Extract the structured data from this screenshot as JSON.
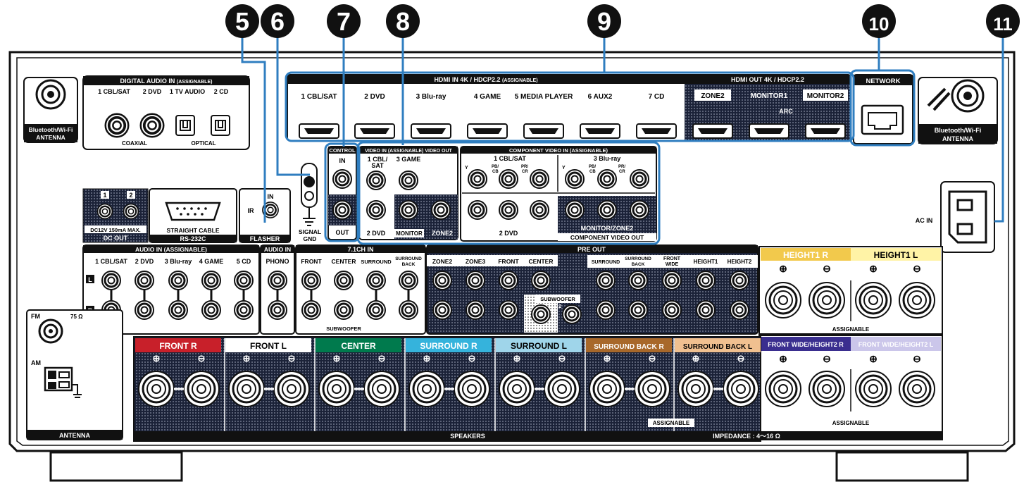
{
  "callouts": [
    "5",
    "6",
    "7",
    "8",
    "9",
    "10",
    "11"
  ],
  "bt_antenna": {
    "line1": "Bluetooth/Wi-Fi",
    "line2": "ANTENNA"
  },
  "digital_audio": {
    "title": "DIGITAL AUDIO IN",
    "title_small": "(ASSIGNABLE)",
    "labels": [
      "1 CBL/SAT",
      "2 DVD",
      "1 TV AUDIO",
      "2 CD"
    ],
    "coaxial": "COAXIAL",
    "optical": "OPTICAL"
  },
  "hdmi_in": {
    "title": "HDMI IN  4K / HDCP2.2",
    "title_small": "(ASSIGNABLE)",
    "ports": [
      "1 CBL/SAT",
      "2 DVD",
      "3 Blu-ray",
      "4 GAME",
      "5 MEDIA PLAYER",
      "6 AUX2",
      "7 CD"
    ]
  },
  "hdmi_out": {
    "title": "HDMI OUT  4K / HDCP2.2",
    "ports": [
      "ZONE2",
      "MONITOR1",
      "MONITOR2"
    ],
    "arc": "ARC"
  },
  "network": "NETWORK",
  "control": {
    "title": "CONTROL",
    "in": "IN",
    "out": "OUT"
  },
  "signal_gnd": {
    "line1": "SIGNAL",
    "line2": "GND"
  },
  "video_in": {
    "title": "VIDEO IN (ASSIGNABLE)  VIDEO OUT",
    "labels": [
      "1 CBL/",
      "SAT",
      "3 GAME",
      "2 DVD",
      "MONITOR",
      "ZONE2"
    ]
  },
  "component_in": {
    "title": "COMPONENT VIDEO IN (ASSIGNABLE)",
    "src1": "1 CBL/SAT",
    "src2": "3 Blu-ray",
    "src3": "2 DVD",
    "y": "Y",
    "pb": "PB/",
    "cb": "CB",
    "pr": "PR/",
    "cr": "CR"
  },
  "component_out": {
    "title": "MONITOR/ZONE2",
    "footer": "COMPONENT VIDEO OUT"
  },
  "dc_out": {
    "n1": "1",
    "n2": "2",
    "spec": "DC12V 150mA MAX.",
    "title": "DC OUT"
  },
  "rs232c": {
    "cable": "STRAIGHT CABLE",
    "title": "RS-232C"
  },
  "flasher": {
    "in": "IN",
    "ir": "IR",
    "title": "FLASHER"
  },
  "ac_in": "AC IN",
  "audio_in": {
    "title": "AUDIO IN (ASSIGNABLE)",
    "labels": [
      "1 CBL/SAT",
      "2 DVD",
      "3 Blu-ray",
      "4 GAME",
      "5 CD"
    ],
    "l": "L",
    "r": "R"
  },
  "audio_in_phono": {
    "title": "AUDIO IN",
    "label": "PHONO"
  },
  "ch71_in": {
    "title": "7.1CH IN",
    "labels": [
      "FRONT",
      "CENTER",
      "SURROUND",
      "SURROUND",
      "BACK"
    ],
    "sub": "SUBWOOFER"
  },
  "pre_out": {
    "title": "PRE OUT",
    "labels": [
      "ZONE2",
      "ZONE3",
      "FRONT",
      "CENTER",
      "SURROUND",
      "SURROUND",
      "BACK",
      "FRONT",
      "WIDE",
      "HEIGHT1",
      "HEIGHT2"
    ],
    "sub": "SUBWOOFER",
    "subnum": "1  2"
  },
  "height_panel": {
    "h1r": "HEIGHT1 R",
    "h1l": "HEIGHT1 L",
    "fwr": "FRONT WIDE/HEIGHT2 R",
    "fwl": "FRONT WIDE/HEIGHT2 L",
    "assignable": "ASSIGNABLE",
    "plus": "⊕",
    "minus": "⊖"
  },
  "speakers": {
    "labels": [
      "FRONT R",
      "FRONT L",
      "CENTER",
      "SURROUND R",
      "SURROUND L",
      "SURROUND BACK R",
      "SURROUND BACK L"
    ],
    "colors": [
      "#c8202a",
      "#ffffff",
      "#007a4d",
      "#35b3dc",
      "#9fd5ea",
      "#a8682a",
      "#f0c090"
    ],
    "text_colors": [
      "#ffffff",
      "#000000",
      "#ffffff",
      "#ffffff",
      "#000000",
      "#ffffff",
      "#000000"
    ],
    "footer": "SPEAKERS",
    "impedance": "IMPEDANCE : 4～16 Ω",
    "assignable": "ASSIGNABLE"
  },
  "antenna": {
    "fm": "FM",
    "ohm": "75 Ω",
    "am": "AM",
    "title": "ANTENNA"
  }
}
